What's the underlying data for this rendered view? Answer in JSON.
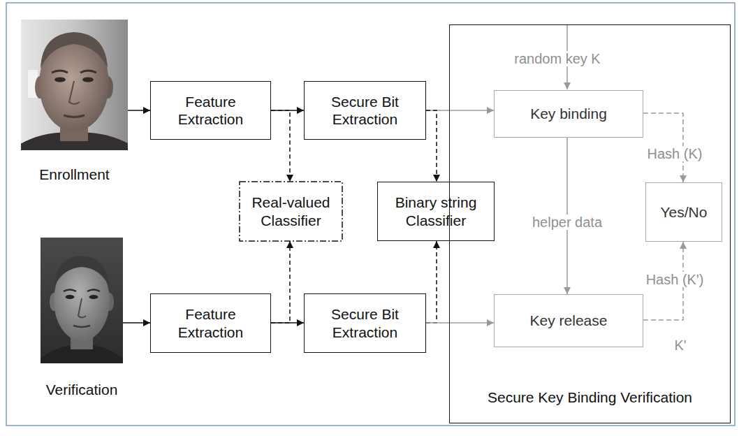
{
  "diagram": {
    "nodes": [
      {
        "text": [
          "Enrollment"
        ]
      },
      {
        "text": [
          "Feature Extraction"
        ]
      },
      {
        "text": [
          "Secure Bit Extraction"
        ]
      },
      {
        "text": [
          "Secure Key Binding Verification"
        ]
      },
      {
        "text": [
          "Key binding"
        ],
        "in": 3
      },
      {
        "text": [
          "Real-valued Classifier"
        ]
      },
      {
        "text": [
          "Binary string Classifier"
        ]
      },
      {
        "text": [
          "Yes/No"
        ],
        "in": 3
      },
      {
        "text": [
          "Verification"
        ]
      },
      {
        "text": [
          "Feature Extraction"
        ]
      },
      {
        "text": [
          "Secure Bit Extraction"
        ]
      },
      {
        "text": [
          "Key release"
        ],
        "in": 3
      }
    ],
    "edges": [
      {
        "from": 0,
        "to": 1,
        "arrow": "to"
      },
      {
        "from": 1,
        "to": 2,
        "arrow": "to"
      },
      {
        "from": 2,
        "to": 4,
        "arrow": "to"
      },
      {
        "from": 1,
        "to": 5,
        "arrow": "to"
      },
      {
        "from": 9,
        "to": 5,
        "arrow": "to"
      },
      {
        "from": 2,
        "to": 6,
        "arrow": "to"
      },
      {
        "from": 10,
        "to": 6,
        "arrow": "to"
      },
      {
        "from": 4,
        "to": 11,
        "label": "helper data",
        "arrow": "to"
      },
      {
        "from": 4,
        "to": 7,
        "label": "Hash (K)",
        "arrow": "to"
      },
      {
        "from": 8,
        "to": 9,
        "arrow": "to"
      },
      {
        "from": 9,
        "to": 10,
        "arrow": "to"
      },
      {
        "from": 10,
        "to": 11,
        "arrow": "to"
      },
      {
        "from": 11,
        "to": 7,
        "label": "Hash (K')",
        "arrow": "to"
      }
    ],
    "labels": [
      "random key K",
      "K'"
    ]
  }
}
